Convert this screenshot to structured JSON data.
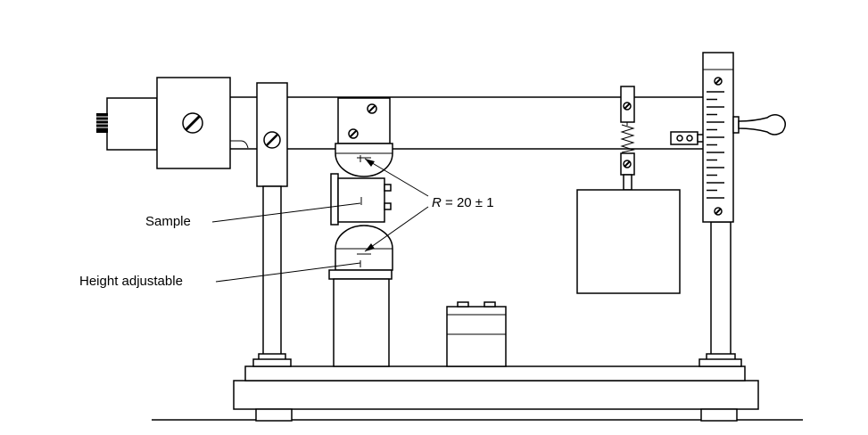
{
  "labels": {
    "sample": "Sample",
    "height_adjustable": "Height adjustable",
    "radius_symbol": "R",
    "radius_value": " = 20 ± 1"
  },
  "scale": {
    "tick_count": 15
  },
  "colors": {
    "ink": "#000000",
    "paper": "#ffffff"
  }
}
